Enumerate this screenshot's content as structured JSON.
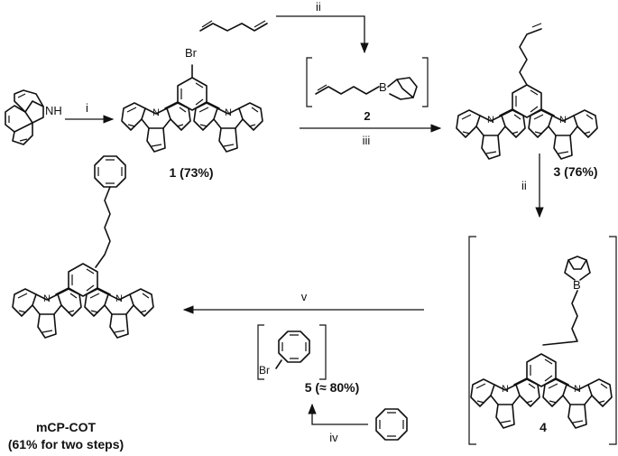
{
  "reagents": {
    "step_i": "i",
    "step_ii_top": "ii",
    "step_iii": "iii",
    "step_ii_right": "ii",
    "step_v": "v",
    "step_iv": "iv"
  },
  "atoms": {
    "nh": "NH",
    "n": "N",
    "br": "Br",
    "b": "B"
  },
  "compounds": {
    "c1": "1 (73%)",
    "c2": "2",
    "c3": "3 (76%)",
    "c4": "4",
    "c5": "5 (≈ 80%)",
    "product_name": "mCP-COT",
    "product_yield": "(61% for two steps)"
  }
}
